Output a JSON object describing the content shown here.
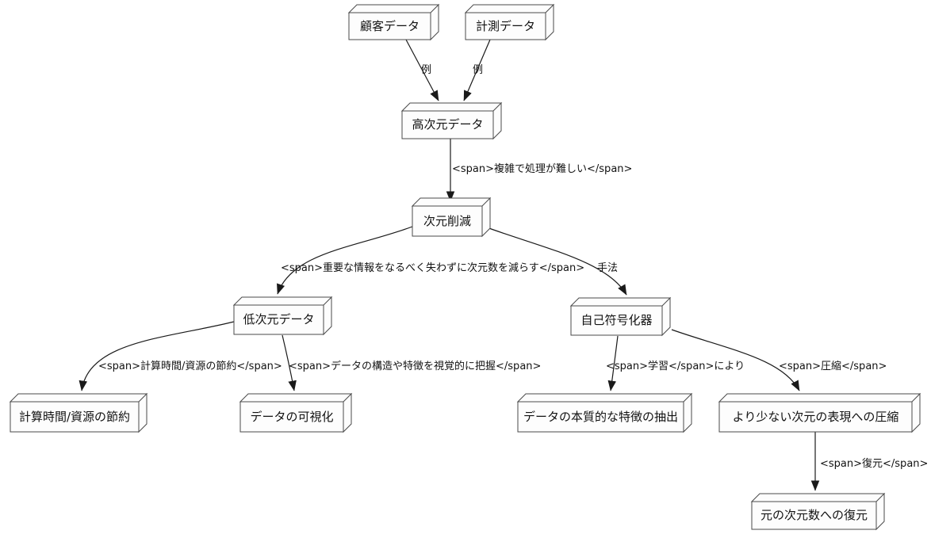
{
  "diagram": {
    "title": "dimensionality-reduction-concept-diagram",
    "nodes": {
      "customer_data": {
        "label": "顧客データ"
      },
      "measurement_data": {
        "label": "計測データ"
      },
      "high_dim_data": {
        "label": "高次元データ"
      },
      "dim_reduction": {
        "label": "次元削減"
      },
      "low_dim_data": {
        "label": "低次元データ"
      },
      "autoencoder": {
        "label": "自己符号化器"
      },
      "compute_savings": {
        "label": "計算時間/資源の節約"
      },
      "visualization": {
        "label": "データの可視化"
      },
      "feature_extraction": {
        "label": "データの本質的な特徴の抽出"
      },
      "compression": {
        "label": "より少ない次元の表現への圧縮"
      },
      "restoration": {
        "label": "元の次元数への復元"
      }
    },
    "edge_labels": {
      "example_left": "例",
      "example_right": "例",
      "complex": "<span>複雑で処理が難しい</span>",
      "reduce": "<span>重要な情報をなるべく失わずに次元数を減らす</span>",
      "method": "手法",
      "savings": "<span>計算時間/資源の節約</span>",
      "visual": "<span>データの構造や特徴を視覚的に把握</span>",
      "learning": "<span>学習</span>により",
      "compress": "<span>圧縮</span>",
      "restore": "<span>復元</span>"
    },
    "colors": {
      "background": "#ffffff",
      "edge_line": "#1a1a1a",
      "box_border": "#4a4a4a",
      "box_fill": "#fdfdfd",
      "text": "#121212"
    }
  }
}
